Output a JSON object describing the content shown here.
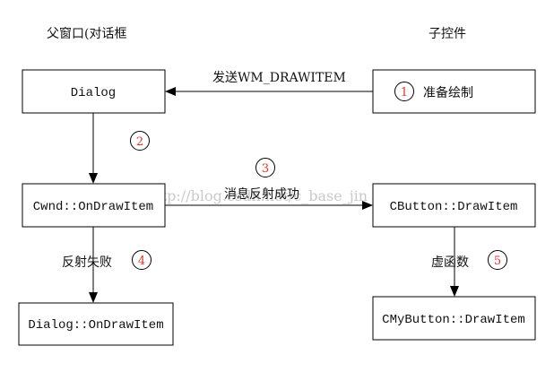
{
  "headers": {
    "parent": "父窗口(对话框",
    "child": "子控件"
  },
  "watermark": "http://blog.csdn.net/c_base_jin",
  "boxes": {
    "dialog": "Dialog",
    "prepare": "准备绘制",
    "cwnd": "Cwnd::OnDrawItem",
    "cbutton": "CButton::DrawItem",
    "dialog_draw": "Dialog::OnDrawItem",
    "cmybutton": "CMyButton::DrawItem"
  },
  "edges": {
    "send": "发送WM_DRAWITEM",
    "reflect_ok": "消息反射成功",
    "reflect_fail": "反射失败",
    "virtual": "虚函数"
  },
  "steps": [
    "1",
    "2",
    "3",
    "4",
    "5"
  ],
  "colors": {
    "step_number": "#e4322b"
  }
}
